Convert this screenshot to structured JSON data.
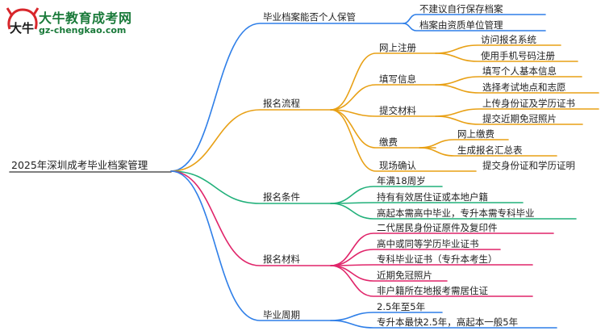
{
  "logo": {
    "title": "大牛教育成考网",
    "url": "gz-chengkao.com",
    "mark_text": "大牛",
    "colors": {
      "green": "#1a7a3a",
      "red": "#d8262b"
    }
  },
  "mindmap": {
    "root": "2025年深圳成考毕业档案管理",
    "branches": [
      {
        "label": "毕业档案能否个人保管",
        "color": "#2f7fe8",
        "children": [
          {
            "label": "不建议自行保存档案",
            "children": []
          },
          {
            "label": "档案由资质单位管理",
            "children": []
          }
        ]
      },
      {
        "label": "报名流程",
        "color": "#e8a015",
        "children": [
          {
            "label": "网上注册",
            "children": [
              {
                "label": "访问报名系统"
              },
              {
                "label": "使用手机号码注册"
              }
            ]
          },
          {
            "label": "填写信息",
            "children": [
              {
                "label": "填写个人基本信息"
              },
              {
                "label": "选择考试地点和志愿"
              }
            ]
          },
          {
            "label": "提交材料",
            "children": [
              {
                "label": "上传身份证及学历证书"
              },
              {
                "label": "提交近期免冠照片"
              }
            ]
          },
          {
            "label": "缴费",
            "children": [
              {
                "label": "网上缴费"
              },
              {
                "label": "生成报名汇总表"
              }
            ]
          },
          {
            "label": "现场确认",
            "children": [
              {
                "label": "提交身份证和学历证明"
              }
            ]
          }
        ]
      },
      {
        "label": "报名条件",
        "color": "#21b07a",
        "children": [
          {
            "label": "年满18周岁",
            "children": []
          },
          {
            "label": "持有有效居住证或本地户籍",
            "children": []
          },
          {
            "label": "高起本需高中毕业，专升本需专科毕业",
            "children": []
          }
        ]
      },
      {
        "label": "报名材料",
        "color": "#e0256a",
        "children": [
          {
            "label": "二代居民身份证原件及复印件",
            "children": []
          },
          {
            "label": "高中或同等学历毕业证书",
            "children": []
          },
          {
            "label": "专科毕业证书（专升本考生）",
            "children": []
          },
          {
            "label": "近期免冠照片",
            "children": []
          },
          {
            "label": "非户籍所在地报考需居住证",
            "children": []
          }
        ]
      },
      {
        "label": "毕业周期",
        "color": "#2f7fe8",
        "children": [
          {
            "label": "2.5年至5年",
            "children": []
          },
          {
            "label": "专升本最快2.5年，高起本一般5年",
            "children": []
          }
        ]
      }
    ]
  }
}
